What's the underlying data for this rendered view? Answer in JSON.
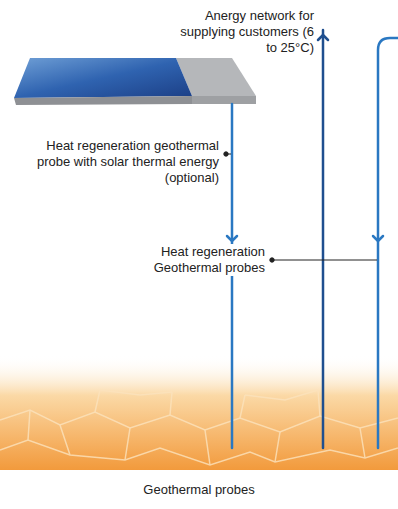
{
  "diagram": {
    "caption": "Geothermal probes",
    "labels": [
      "Anergy network for supplying customers (6 to 25°C)",
      "Heat regeneration geothermal probe with solar thermal energy (optional)",
      "Heat regeneration Geothermal probes"
    ]
  }
}
